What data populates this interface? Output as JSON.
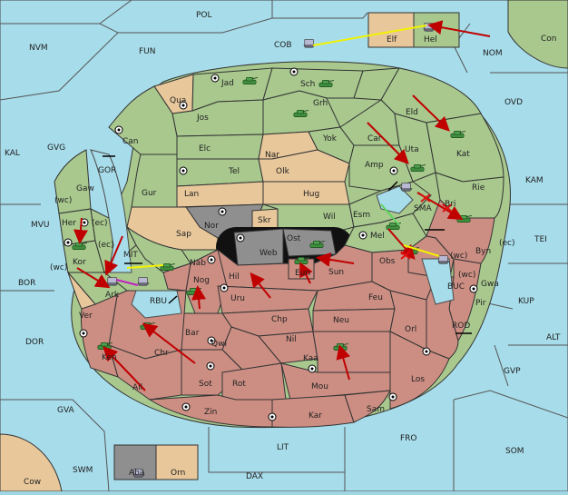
{
  "map": {
    "provinces": {
      "pol": "POL",
      "fun": "FUN",
      "nvm": "NVM",
      "cob": "COB",
      "elf": "Elf",
      "hel": "Hel",
      "nom": "NOM",
      "con": "Con",
      "jad": "Jad",
      "sch": "Sch",
      "qua": "Qua",
      "jos": "Jos",
      "grh": "Grh",
      "can": "Can",
      "ovd": "OVD",
      "eld": "Eld",
      "kal": "KAL",
      "gvg": "GVG",
      "gor": "GOR",
      "yok": "Yok",
      "car": "Car",
      "uta": "Uta",
      "kat": "Kat",
      "elc": "Elc",
      "nar": "Nar",
      "tel": "Tel",
      "olk": "Olk",
      "amp": "Amp",
      "kam": "KAM",
      "gaw": "Gaw",
      "wc": "(wc)",
      "ec": "(ec)",
      "gur": "Gur",
      "lan": "Lan",
      "hug": "Hug",
      "rie": "Rie",
      "sma": "SMA",
      "bri": "Bri",
      "her": "Her",
      "mvu": "MVU",
      "nor": "Nor",
      "skr": "Skr",
      "wil": "Wil",
      "esm": "Esm",
      "tei": "TEI",
      "kor": "Kor",
      "sap": "Sap",
      "web": "Web",
      "ost": "Ost",
      "mel": "Mel",
      "byn": "Byn",
      "mit": "MIT",
      "nab": "Nab",
      "eun": "Eun",
      "sun": "Sun",
      "obs": "Obs",
      "bor": "BOR",
      "ark": "Ark",
      "nog": "Nog",
      "hil": "Hil",
      "gwa": "Gwa",
      "buc": "BUC",
      "kup": "KUP",
      "rbu": "RBU",
      "uru": "Uru",
      "feu": "Feu",
      "pir": "Pir",
      "ver": "Ver",
      "chp": "Chp",
      "neu": "Neu",
      "orl": "Orl",
      "rod": "ROD",
      "alt": "ALT",
      "dor": "DOR",
      "bar": "Bar",
      "qwi": "Qwi",
      "nil": "Nil",
      "ken": "Ken",
      "chr": "Chr",
      "kaa": "Kaa",
      "gvp": "GVP",
      "ail": "Ail",
      "sot": "Sot",
      "rot": "Rot",
      "mou": "Mou",
      "los": "Los",
      "gva": "GVA",
      "sam": "Sam",
      "zin": "Zin",
      "kar": "Kar",
      "fro": "FRO",
      "lit": "LIT",
      "som": "SOM",
      "swm": "SWM",
      "aba": "Aba",
      "orn": "Orn",
      "cow": "Cow",
      "dax": "DAX"
    },
    "colors": {
      "sea": "#a7dcea",
      "green": "#a8c88e",
      "red": "#cc8e83",
      "tan": "#e8c79b",
      "dark": "#8f8f8f",
      "arrow": "#c00000",
      "support": "#f2f200"
    }
  }
}
